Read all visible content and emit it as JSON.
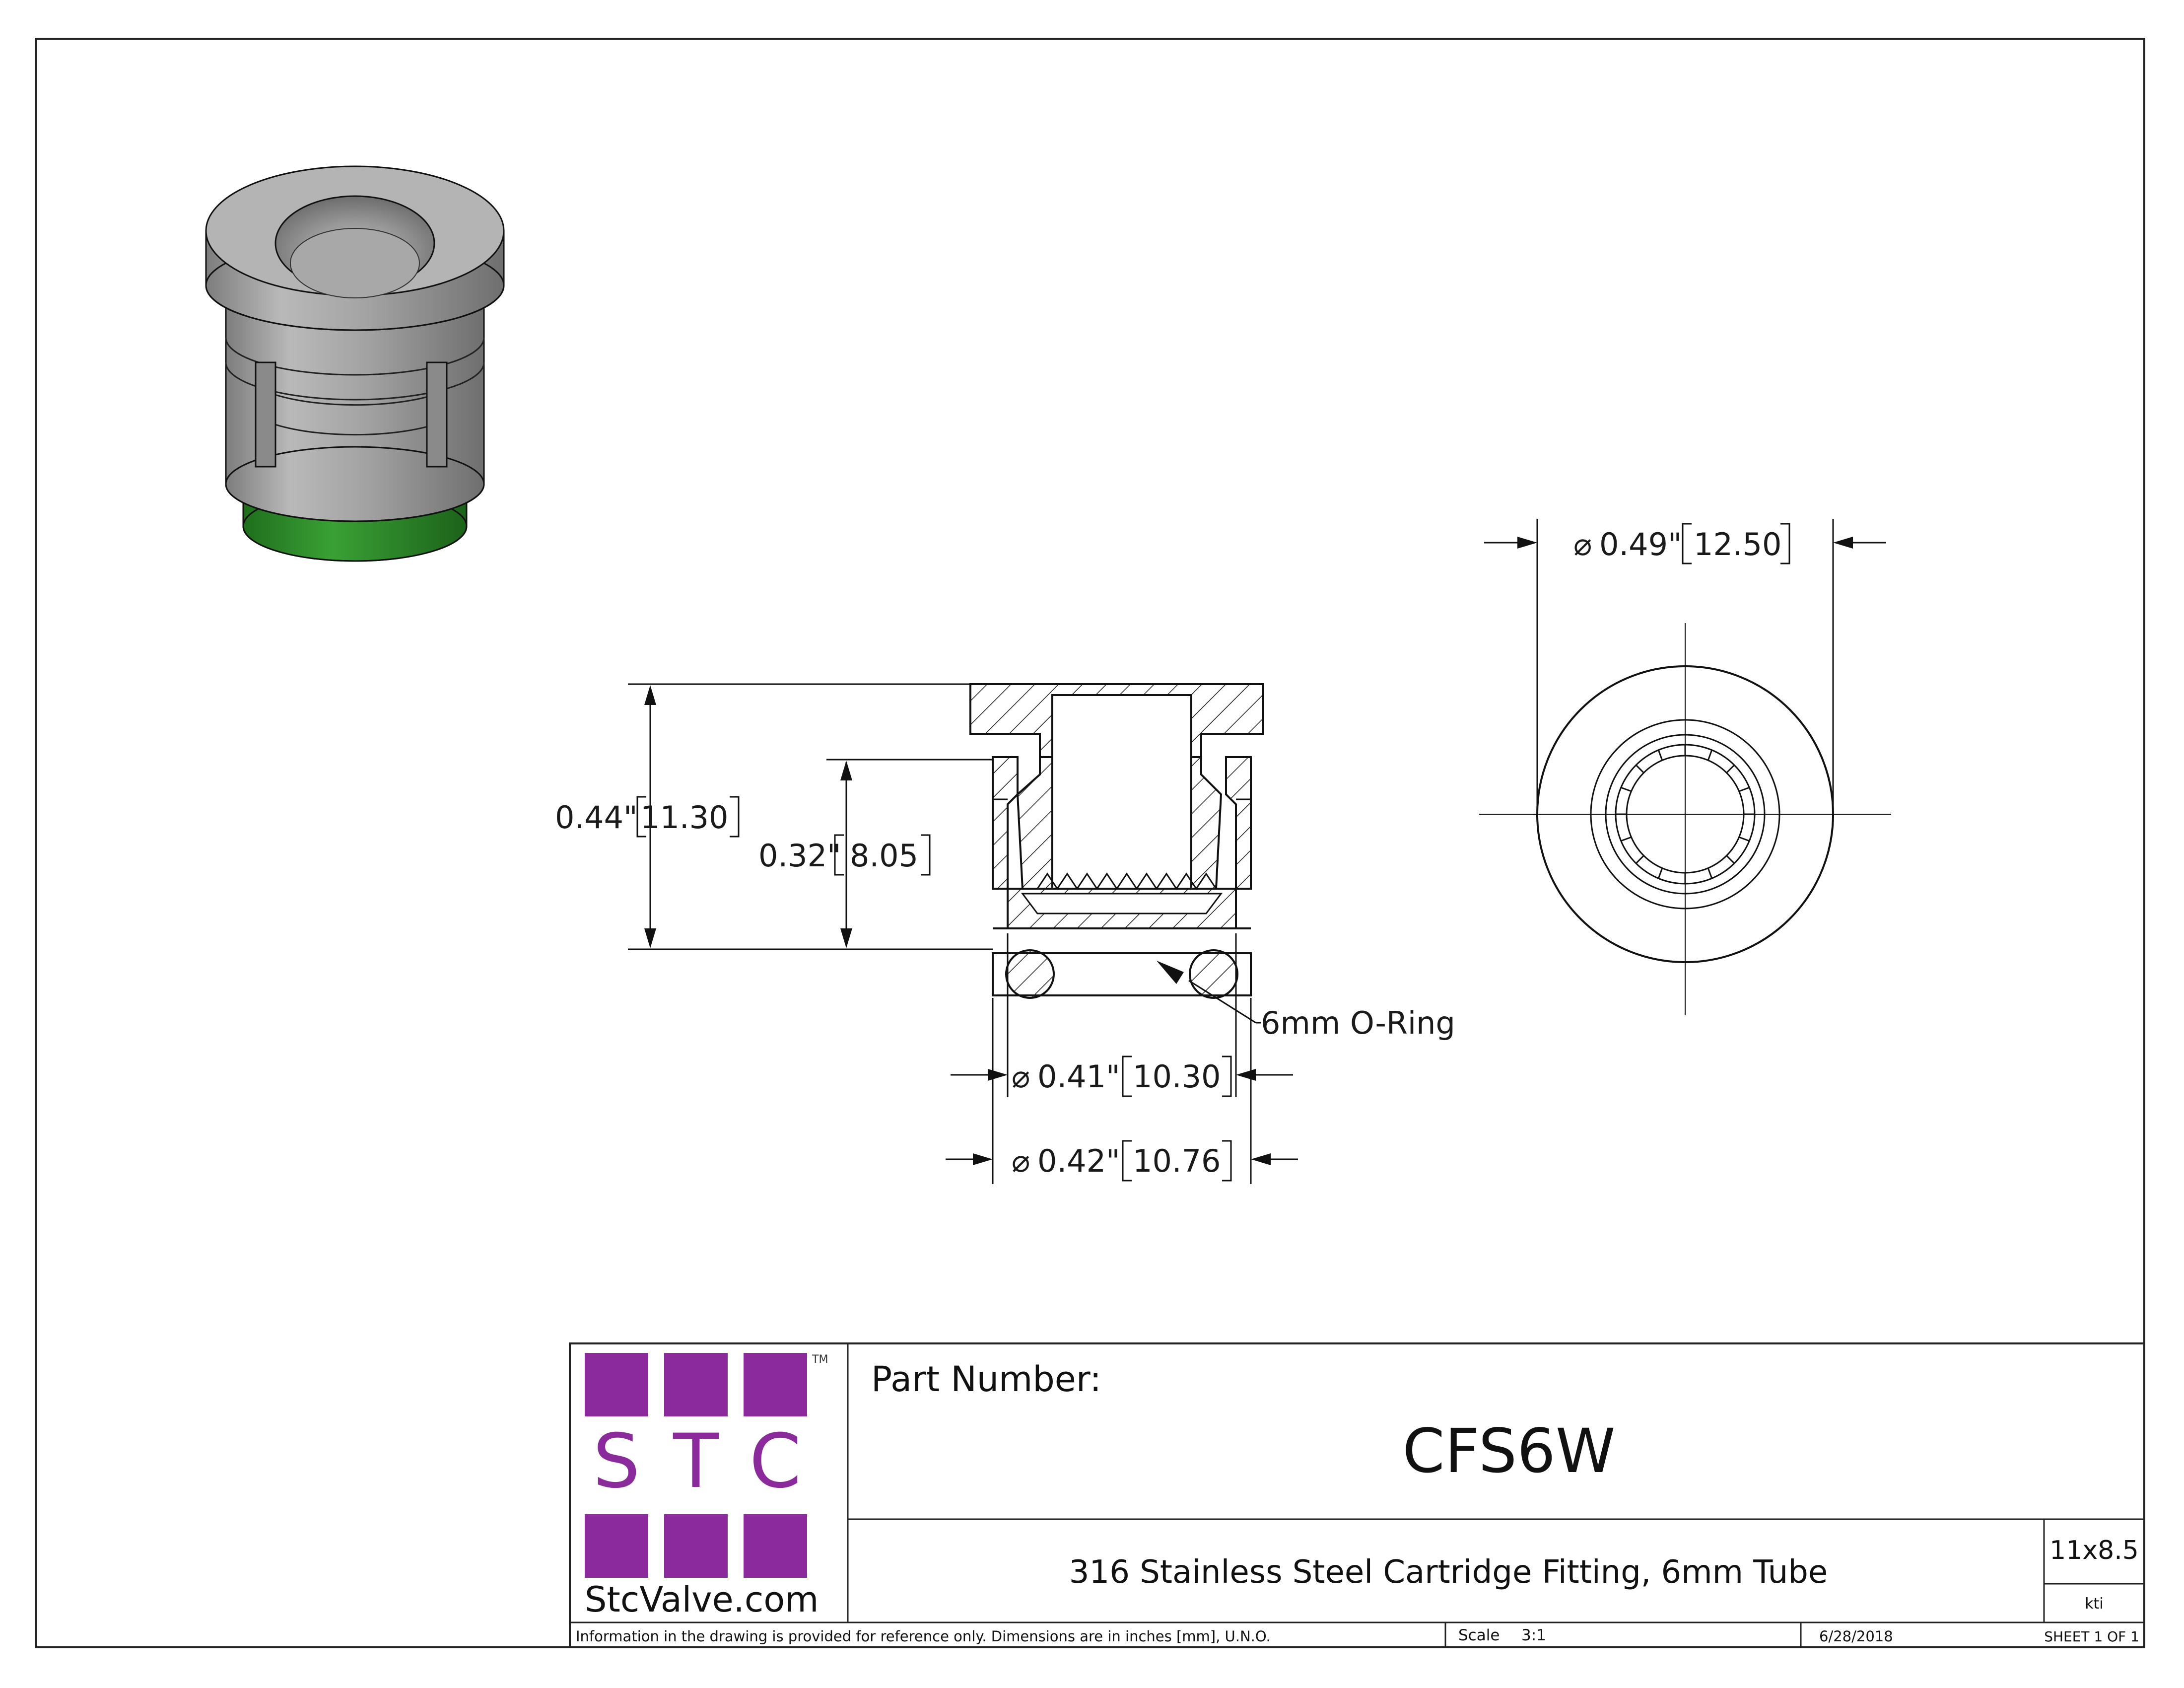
{
  "title_block": {
    "part_number_label": "Part Number:",
    "part_number": "CFS6W",
    "description": "316 Stainless Steel Cartridge Fitting, 6mm Tube",
    "paper_size": "11x8.5",
    "drawn_by": "kti",
    "disclaimer": "Information in the drawing is provided for reference only. Dimensions are in inches [mm], U.N.O.",
    "scale_label": "Scale",
    "scale_value": "3:1",
    "date": "6/28/2018",
    "sheet": "SHEET 1 OF 1"
  },
  "logo": {
    "letters": [
      "S",
      "T",
      "C"
    ],
    "trademark": "TM",
    "website": "StcValve.com",
    "brand_color": "#8b2a9a"
  },
  "dimensions": {
    "overall_height": {
      "inch": "0.44\"",
      "mm": "11.30"
    },
    "body_height": {
      "inch": "0.32\"",
      "mm": "8.05"
    },
    "outer_diameter": {
      "inch": "0.49\"",
      "mm": "12.50"
    },
    "oring_id": {
      "inch": "0.41\"",
      "mm": "10.30"
    },
    "oring_od": {
      "inch": "0.42\"",
      "mm": "10.76"
    },
    "diameter_symbol": "⌀"
  },
  "annotations": {
    "oring_callout": "6mm O-Ring"
  },
  "colors": {
    "oring_green": "#2f8a2a",
    "metal_gray": "#9c9c9c",
    "line": "#111111"
  }
}
